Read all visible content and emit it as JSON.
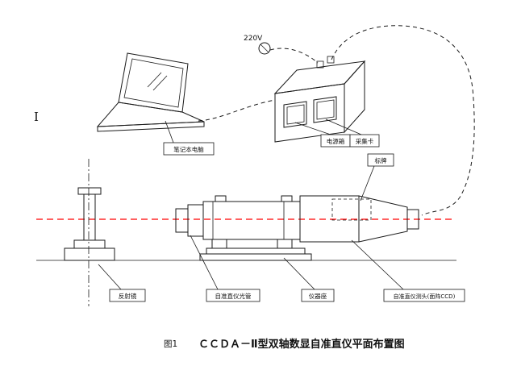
{
  "figure": {
    "voltage": "220V",
    "stray_mark": "I",
    "component_labels": {
      "laptop": "笔记本电脑",
      "power_box": "电源箱",
      "capture_card": "采集卡",
      "nameplate": "标牌",
      "reflector": "反射镜",
      "autocollimator_tube": "自准直仪光管",
      "instrument_base": "仪器座",
      "measuring_head": "自准直仪测头(面阵CCD)"
    },
    "caption": {
      "figure_no": "图1",
      "title": "ＣＣＤＡ－Ⅱ型双轴数显自准直仪平面布置图"
    },
    "colors": {
      "ink": "#1a1a1a",
      "optical_axis_red": "#ff0000",
      "background": "#ffffff"
    }
  }
}
